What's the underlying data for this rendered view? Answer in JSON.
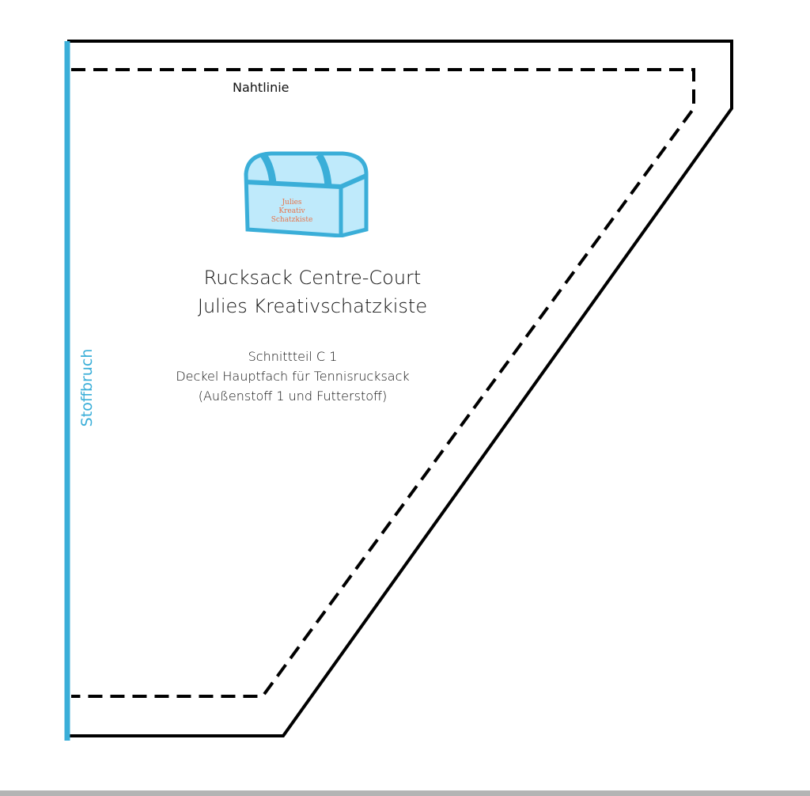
{
  "seam_label": "Nahtlinie",
  "fold_label": "Stoffbruch",
  "title_lines": [
    "Rucksack Centre-Court",
    "Julies Kreativschatzkiste"
  ],
  "piece_info": [
    "Schnittteil C 1",
    "Deckel Hauptfach für Tennisrucksack",
    "(Außenstoff 1 und Futterstoff)"
  ],
  "logo_text": [
    "Julies",
    "Kreativ",
    "Schatzkiste"
  ],
  "colors": {
    "fold_line": "#3aaed8",
    "logo": "#4bbde6",
    "logo_text": "#e8734a"
  }
}
